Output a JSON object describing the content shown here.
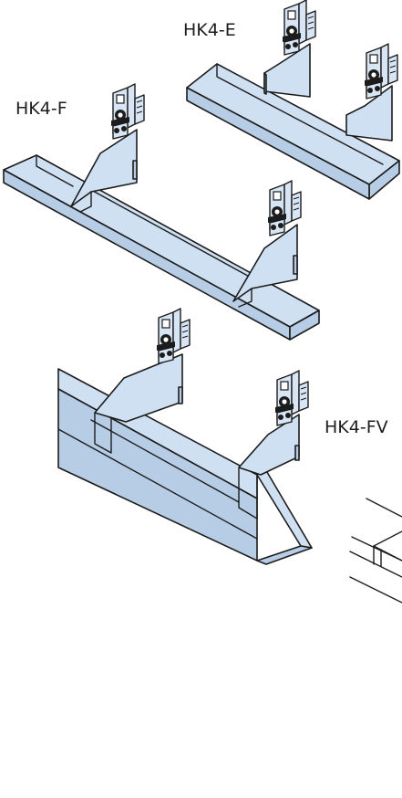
{
  "labels": {
    "hk4_e": "HK4-E",
    "hk4_f": "HK4-F",
    "hk4_fv": "HK4-FV"
  },
  "colors": {
    "steel_fill": "#cfe0f3",
    "outline": "#1c1c1c",
    "background": "#ffffff"
  }
}
